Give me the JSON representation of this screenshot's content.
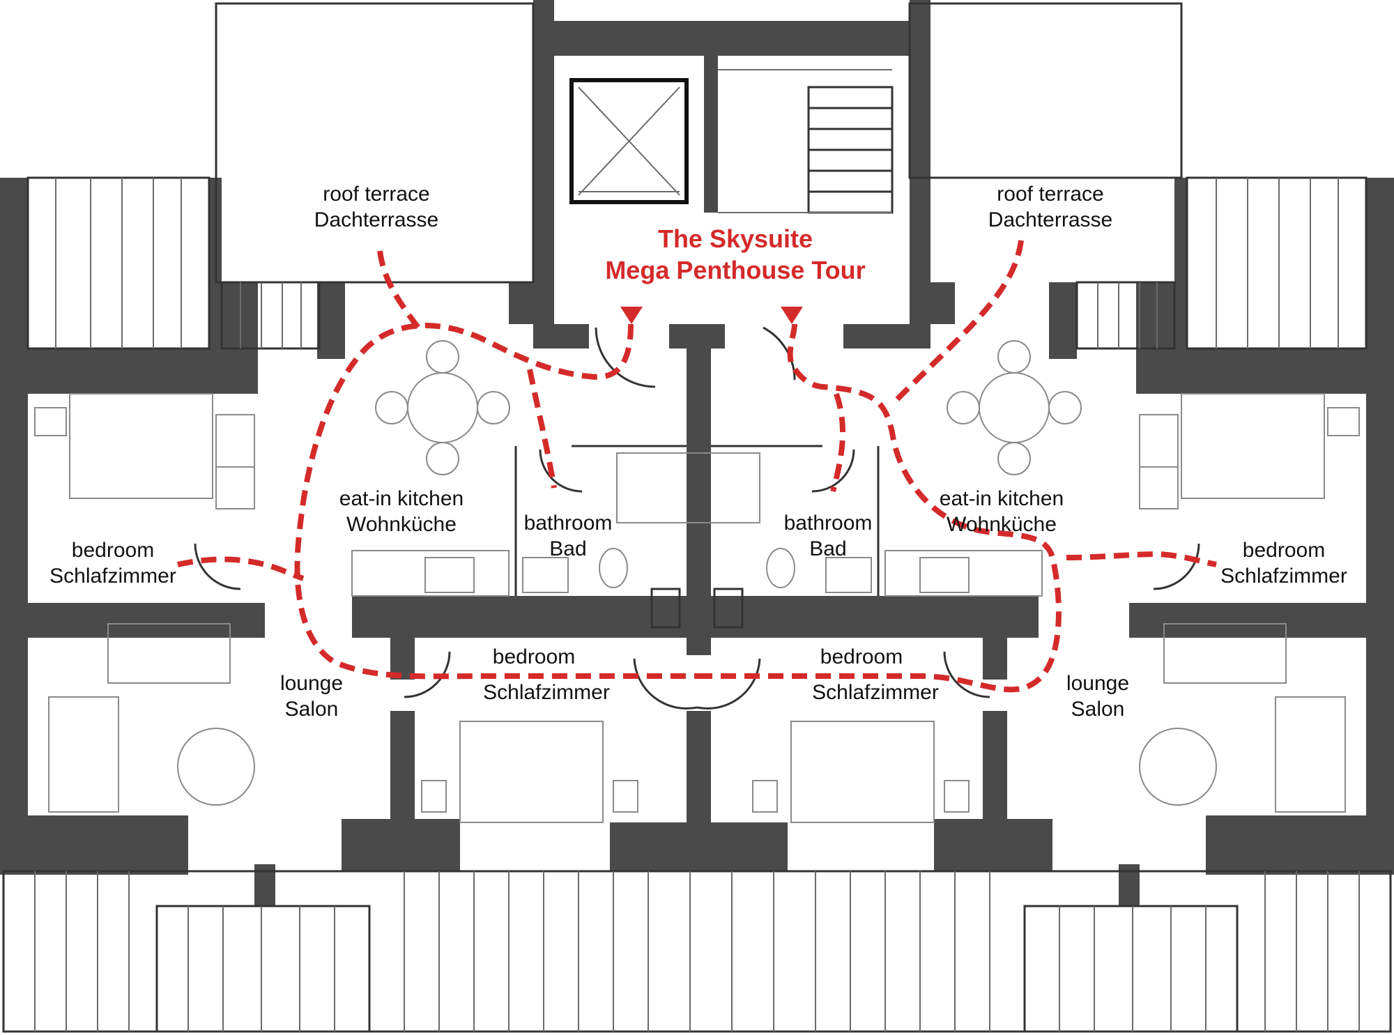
{
  "title": {
    "line1": "The Skysuite",
    "line2": "Mega Penthouse Tour"
  },
  "rooms": {
    "roof_terrace_left": {
      "en": "roof terrace",
      "de": "Dachterrasse"
    },
    "roof_terrace_right": {
      "en": "roof terrace",
      "de": "Dachterrasse"
    },
    "kitchen_left": {
      "en": "eat-in kitchen",
      "de": "Wohnküche"
    },
    "kitchen_right": {
      "en": "eat-in kitchen",
      "de": "Wohnküche"
    },
    "bathroom_left": {
      "en": "bathroom",
      "de": "Bad"
    },
    "bathroom_right": {
      "en": "bathroom",
      "de": "Bad"
    },
    "bedroom_outer_left": {
      "en": "bedroom",
      "de": "Schlafzimmer"
    },
    "bedroom_outer_right": {
      "en": "bedroom",
      "de": "Schlafzimmer"
    },
    "bedroom_inner_left": {
      "en": "bedroom",
      "de": "Schlafzimmer"
    },
    "bedroom_inner_right": {
      "en": "bedroom",
      "de": "Schlafzimmer"
    },
    "lounge_left": {
      "en": "lounge",
      "de": "Salon"
    },
    "lounge_right": {
      "en": "lounge",
      "de": "Salon"
    }
  },
  "colors": {
    "tour_path": "#d42a2a",
    "title": "#d42a2a",
    "walls": "#4a4a4a"
  },
  "icons": {
    "entry_marker": "triangle-down"
  }
}
